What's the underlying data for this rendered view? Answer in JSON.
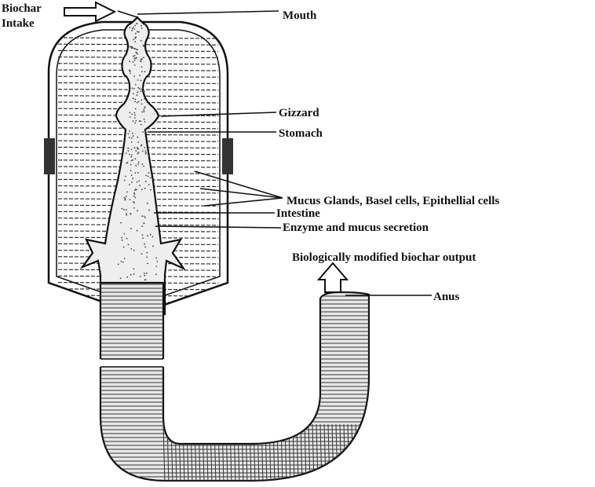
{
  "labels": {
    "intake_line1": "Biochar",
    "intake_line2": "Intake",
    "mouth": "Mouth",
    "gizzard": "Gizzard",
    "stomach": "Stomach",
    "mucus": "Mucus Glands, Basel cells, Epithellial cells",
    "intestine": "Intestine",
    "enzyme": "Enzyme and mucus secretion",
    "output": "Biologically modified biochar output",
    "anus": "Anus"
  },
  "colors": {
    "ink": "#111111",
    "paper": "#ffffff"
  }
}
